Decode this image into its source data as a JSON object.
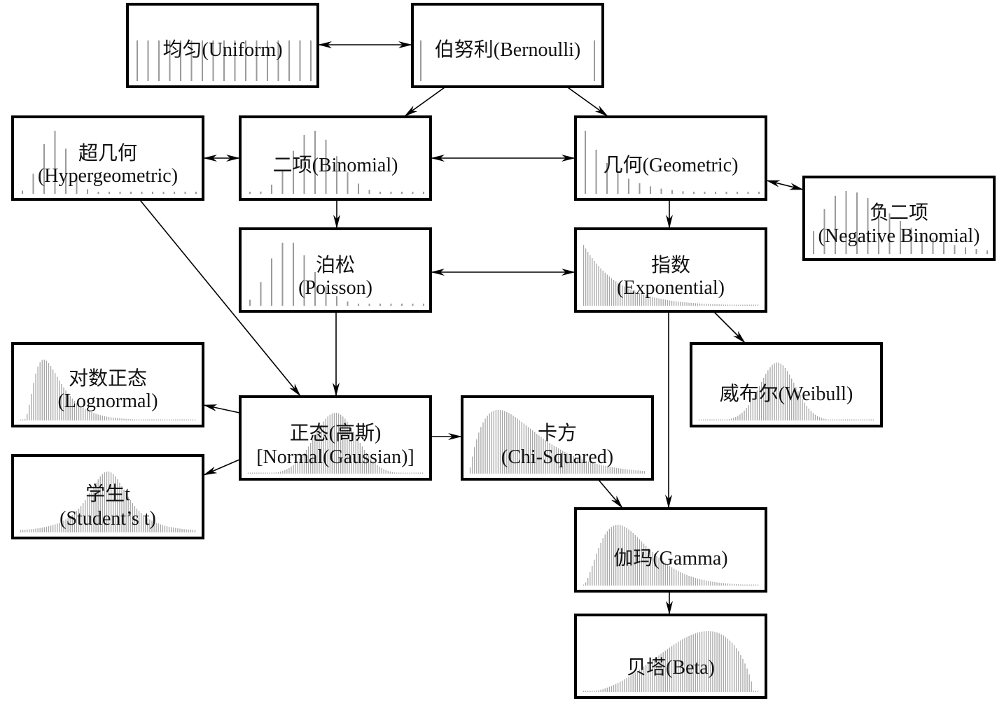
{
  "title": "Probability distribution relationships",
  "nodes": [
    {
      "id": "uniform",
      "lines": [
        "均匀(Uniform)"
      ],
      "shape": "uniform"
    },
    {
      "id": "bernoulli",
      "lines": [
        "伯努利(Bernoulli)"
      ],
      "shape": "bernoulli"
    },
    {
      "id": "hypergeometric",
      "lines": [
        "超几何",
        "(Hypergeometric)"
      ],
      "shape": "hypergeometric"
    },
    {
      "id": "binomial",
      "lines": [
        "二项(Binomial)"
      ],
      "shape": "binomial"
    },
    {
      "id": "geometric",
      "lines": [
        "几何(Geometric)"
      ],
      "shape": "geometric"
    },
    {
      "id": "negative-binomial",
      "lines": [
        "负二项",
        "(Negative Binomial)"
      ],
      "shape": "negative-binomial"
    },
    {
      "id": "poisson",
      "lines": [
        "泊松",
        "(Poisson)"
      ],
      "shape": "poisson"
    },
    {
      "id": "exponential",
      "lines": [
        "指数",
        "(Exponential)"
      ],
      "shape": "exponential"
    },
    {
      "id": "weibull",
      "lines": [
        "威布尔(Weibull)"
      ],
      "shape": "weibull"
    },
    {
      "id": "lognormal",
      "lines": [
        "对数正态",
        "(Lognormal)"
      ],
      "shape": "lognormal"
    },
    {
      "id": "normal",
      "lines": [
        "正态(高斯)",
        "[Normal(Gaussian)]"
      ],
      "shape": "normal"
    },
    {
      "id": "chi-squared",
      "lines": [
        "卡方",
        "(Chi-Squared)"
      ],
      "shape": "chi-squared"
    },
    {
      "id": "student-t",
      "lines": [
        "学生t",
        "(Student’s t)"
      ],
      "shape": "student-t"
    },
    {
      "id": "gamma",
      "lines": [
        "伽玛(Gamma)"
      ],
      "shape": "gamma"
    },
    {
      "id": "beta",
      "lines": [
        "贝塔(Beta)"
      ],
      "shape": "beta"
    }
  ],
  "edges": [
    {
      "from": "uniform",
      "to": "bernoulli",
      "direction": "both"
    },
    {
      "from": "bernoulli",
      "to": "binomial",
      "direction": "forward"
    },
    {
      "from": "bernoulli",
      "to": "geometric",
      "direction": "forward"
    },
    {
      "from": "hypergeometric",
      "to": "binomial",
      "direction": "both"
    },
    {
      "from": "binomial",
      "to": "geometric",
      "direction": "both"
    },
    {
      "from": "geometric",
      "to": "negative-binomial",
      "direction": "both"
    },
    {
      "from": "binomial",
      "to": "poisson",
      "direction": "forward"
    },
    {
      "from": "geometric",
      "to": "exponential",
      "direction": "forward"
    },
    {
      "from": "poisson",
      "to": "exponential",
      "direction": "both"
    },
    {
      "from": "exponential",
      "to": "weibull",
      "direction": "forward"
    },
    {
      "from": "hypergeometric",
      "to": "normal",
      "direction": "forward"
    },
    {
      "from": "poisson",
      "to": "normal",
      "direction": "forward"
    },
    {
      "from": "normal",
      "to": "lognormal",
      "direction": "forward"
    },
    {
      "from": "normal",
      "to": "student-t",
      "direction": "forward"
    },
    {
      "from": "normal",
      "to": "chi-squared",
      "direction": "forward"
    },
    {
      "from": "chi-squared",
      "to": "gamma",
      "direction": "forward"
    },
    {
      "from": "exponential",
      "to": "gamma",
      "direction": "forward"
    },
    {
      "from": "gamma",
      "to": "beta",
      "direction": "forward"
    }
  ],
  "colors": {
    "box_border": "#000000",
    "bar": "#9a9a9a",
    "text": "#111111",
    "edge": "#000000"
  }
}
